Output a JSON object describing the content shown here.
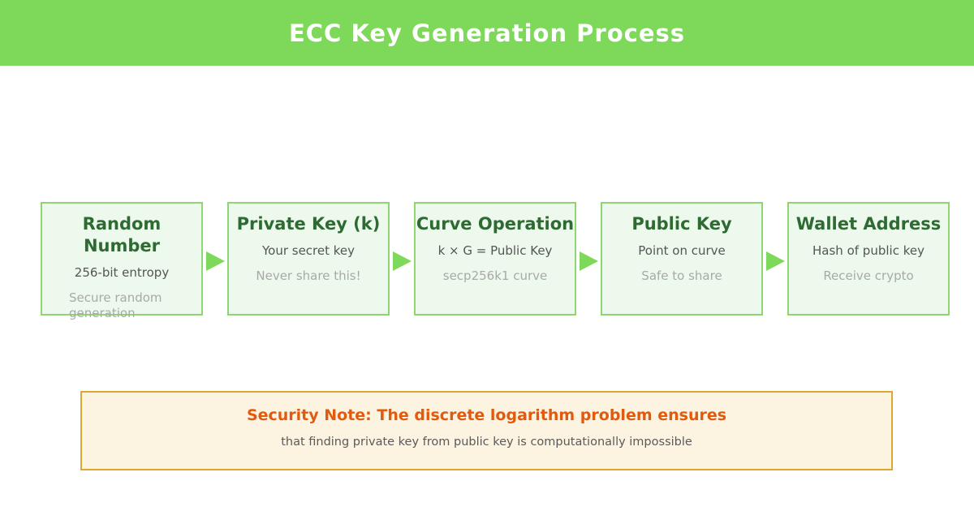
{
  "header": {
    "title": "ECC Key Generation Process",
    "background_color": "#7ed859",
    "text_color": "#ffffff"
  },
  "steps": [
    {
      "title": "Random Number",
      "line1": "256-bit entropy",
      "line2": "Secure random generation"
    },
    {
      "title": "Private Key (k)",
      "line1": "Your secret key",
      "line2": "Never share this!"
    },
    {
      "title": "Curve Operation",
      "line1": "k × G = Public Key",
      "line2": "secp256k1 curve"
    },
    {
      "title": "Public Key",
      "line1": "Point on curve",
      "line2": "Safe to share"
    },
    {
      "title": "Wallet Address",
      "line1": "Hash of public key",
      "line2": "Receive crypto"
    }
  ],
  "flow": {
    "arrow_color": "#7ed859",
    "box_border_color": "#8fd573",
    "box_background_color": "#ecf9ec",
    "box_title_color": "#2e6b32"
  },
  "note": {
    "title": "Security Note: The discrete logarithm problem ensures",
    "body": "that finding private key from public key is computationally impossible",
    "title_color": "#e25a0e",
    "border_color": "#dca92f",
    "background_color": "#fdf3e1"
  }
}
